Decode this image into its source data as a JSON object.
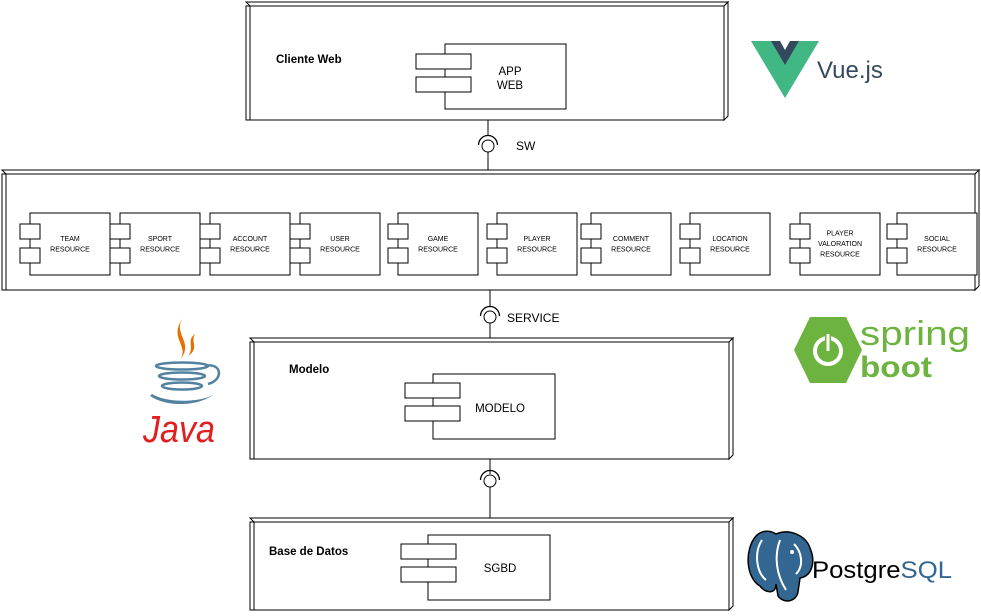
{
  "nodes": {
    "client": {
      "title": "Cliente Web",
      "component": [
        "APP",
        "WEB"
      ]
    },
    "server": {
      "resources": [
        [
          "TEAM",
          "RESOURCE"
        ],
        [
          "SPORT",
          "RESOURCE"
        ],
        [
          "ACCOUNT",
          "RESOURCE"
        ],
        [
          "USER",
          "RESOURCE"
        ],
        [
          "GAME",
          "RESOURCE"
        ],
        [
          "PLAYER",
          "RESOURCE"
        ],
        [
          "COMMENT",
          "RESOURCE"
        ],
        [
          "LOCATION",
          "RESOURCE"
        ],
        [
          "PLAYER",
          "VALORATION",
          "RESOURCE"
        ],
        [
          "SOCIAL",
          "RESOURCE"
        ]
      ]
    },
    "model": {
      "title": "Modelo",
      "component": [
        "MODELO"
      ]
    },
    "database": {
      "title": "Base de Datos",
      "component": [
        "SGBD"
      ]
    }
  },
  "interfaces": {
    "sw": "SW",
    "service": "SERVICE"
  },
  "logos": {
    "vue": {
      "text": "Vue.js",
      "colors": {
        "outer": "#41b883",
        "inner": "#35495e"
      }
    },
    "java": {
      "text": "Java",
      "colors": {
        "cup": "#5382a1",
        "steam": "#e76f00",
        "text": "#e11f21"
      }
    },
    "spring": {
      "text": [
        "spring",
        "boot"
      ],
      "colors": {
        "green": "#6db33f"
      }
    },
    "postgres": {
      "text": [
        "Postgre",
        "SQL"
      ],
      "colors": {
        "dark": "#336791",
        "light": "#ffffff"
      }
    }
  },
  "colors": {
    "stroke": "#000000",
    "background": "#ffffff"
  }
}
